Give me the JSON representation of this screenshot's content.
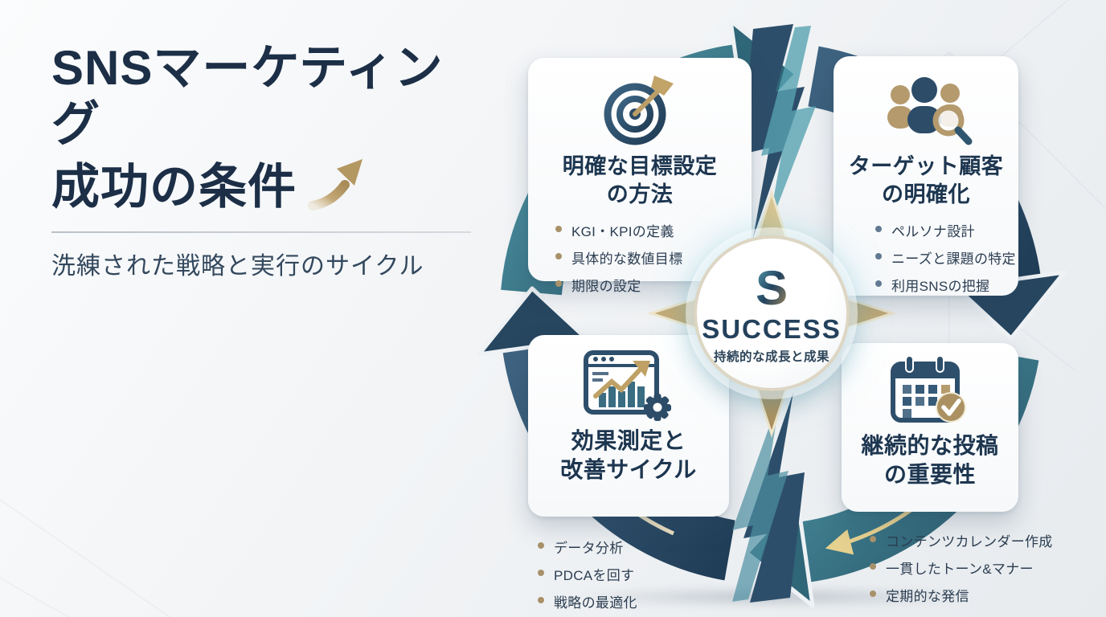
{
  "header": {
    "title_line1": "SNSマーケティング",
    "title_line2": "成功の条件",
    "subtitle": "洗練された戦略と実行のサイクル"
  },
  "center": {
    "logo_letter": "S",
    "title": "SUCCESS",
    "subtitle": "持続的な成長と成果"
  },
  "cards": [
    {
      "icon": "target-icon",
      "title_line1": "明確な目標設定",
      "title_line2": "の方法",
      "bullets": [
        "KGI・KPIの定義",
        "具体的な数値目標",
        "期限の設定"
      ]
    },
    {
      "icon": "people-search-icon",
      "title_line1": "ターゲット顧客",
      "title_line2": "の明確化",
      "bullets": [
        "ペルソナ設計",
        "ニーズと課題の特定",
        "利用SNSの把握"
      ]
    },
    {
      "icon": "analytics-gear-icon",
      "title_line1": "効果測定と",
      "title_line2": "改善サイクル",
      "bullets": [
        "データ分析",
        "PDCAを回す",
        "戦略の最適化"
      ]
    },
    {
      "icon": "calendar-check-icon",
      "title_line1": "継続的な投稿",
      "title_line2": "の重要性",
      "bullets": [
        "コンテンツカレンダー作成",
        "一貫したトーン&マナー",
        "定期的な発信"
      ]
    }
  ],
  "colors": {
    "navy": "#24415c",
    "teal": "#3a7889",
    "gold": "#b59a66",
    "cyan_glow": "#8ae2f2",
    "background": "#eef1f4"
  }
}
